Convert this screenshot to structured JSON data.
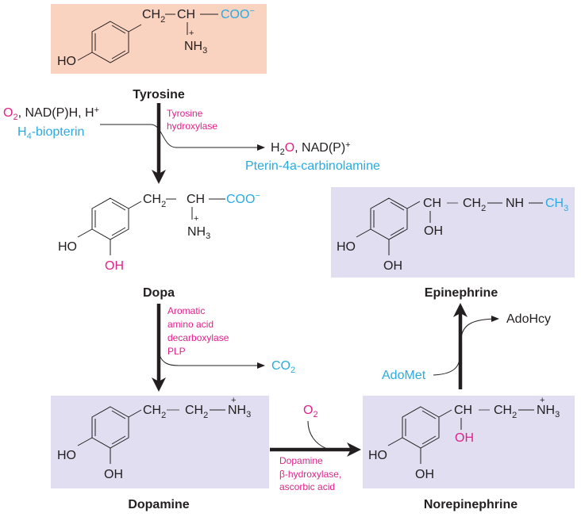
{
  "colors": {
    "tyrosine_box": "#fad2c0",
    "product_box": "#e0def0",
    "magenta": "#e0218a",
    "cyan": "#29abe2",
    "text": "#231f20"
  },
  "compounds": {
    "tyrosine": {
      "name": "Tyrosine",
      "ring_substituents": {
        "ho": "HO"
      },
      "chain": {
        "ch2": "CH",
        "ch2_sub": "2",
        "ch": "CH",
        "coo": "COO",
        "coo_sup": "−",
        "nh": "NH",
        "nh_sub": "3",
        "plus": "+"
      }
    },
    "dopa": {
      "name": "Dopa",
      "ring_substituents": {
        "ho": "HO",
        "oh": "OH"
      },
      "chain": {
        "ch2": "CH",
        "ch2_sub": "2",
        "ch": "CH",
        "coo": "COO",
        "coo_sup": "−",
        "nh": "NH",
        "nh_sub": "3",
        "plus": "+"
      }
    },
    "dopamine": {
      "name": "Dopamine",
      "ring_substituents": {
        "ho": "HO",
        "oh": "OH"
      },
      "chain": {
        "ch2a": "CH",
        "ch2a_sub": "2",
        "ch2b": "CH",
        "ch2b_sub": "2",
        "nh": "NH",
        "nh_sub": "3",
        "plus": "+"
      }
    },
    "norepinephrine": {
      "name": "Norepinephrine",
      "ring_substituents": {
        "ho": "HO",
        "oh": "OH"
      },
      "chain": {
        "ch": "CH",
        "ch2": "CH",
        "ch2_sub": "2",
        "nh": "NH",
        "nh_sub": "3",
        "plus": "+",
        "side_oh": "OH"
      }
    },
    "epinephrine": {
      "name": "Epinephrine",
      "ring_substituents": {
        "ho": "HO",
        "oh": "OH"
      },
      "chain": {
        "ch": "CH",
        "ch2": "CH",
        "ch2_sub": "2",
        "nh": "NH",
        "ch3": "CH",
        "ch3_sub": "3",
        "side_oh": "OH"
      }
    }
  },
  "reactions": {
    "step1": {
      "enzyme_lines": [
        "Tyrosine",
        "hydroxylase"
      ],
      "inputs": {
        "o": "O",
        "o_sub": "2",
        "rest": ", NAD(P)H, H",
        "rest_sup": "+",
        "cofactor_h": "H",
        "cofactor_sub": "4",
        "cofactor_rest": "-biopterin"
      },
      "outputs": {
        "h": "H",
        "h_sub": "2",
        "o": "O",
        "rest": ", NAD(P)",
        "rest_sup": "+",
        "byproduct": "Pterin-4a-carbinolamine"
      }
    },
    "step2": {
      "enzyme_lines": [
        "Aromatic",
        "amino acid",
        "decarboxylase",
        "PLP"
      ],
      "outputs": {
        "co": "CO",
        "co_sub": "2"
      }
    },
    "step3": {
      "enzyme_lines": [
        "Dopamine",
        "β-hydroxylase,",
        "ascorbic acid"
      ],
      "inputs": {
        "o": "O",
        "o_sub": "2"
      }
    },
    "step4": {
      "inputs": {
        "adomet": "AdoMet"
      },
      "outputs": {
        "adohcy": "AdoHcy"
      }
    }
  }
}
